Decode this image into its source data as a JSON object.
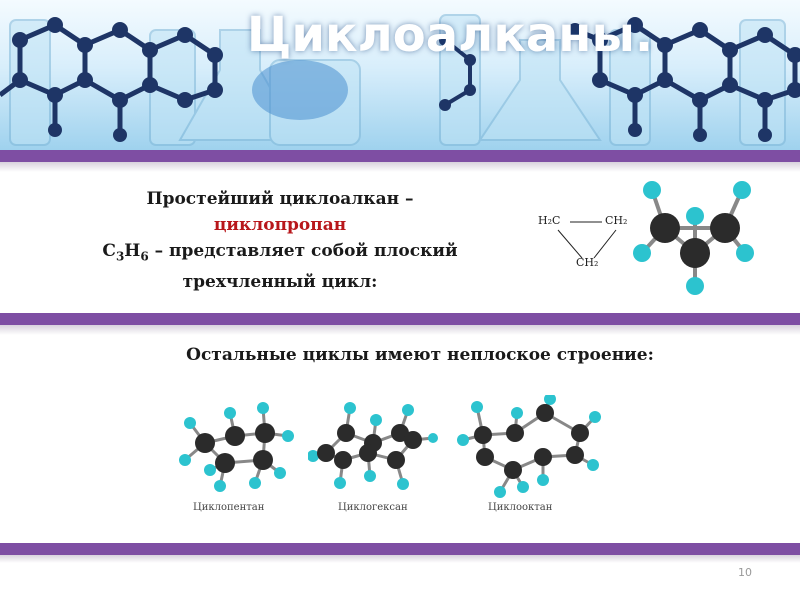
{
  "title": "Циклоалканы.",
  "section1": {
    "line1": "Простейший циклоалкан –",
    "line2": "циклопропан",
    "line3_before": "C",
    "line3_sub1": "3",
    "line3_mid": "H",
    "line3_sub2": "6",
    "line3_after": " – представляет собой плоский",
    "line4": "трехчленный цикл:"
  },
  "formula": {
    "top_left": "H₂C",
    "top_right": "CH₂",
    "bottom": "CH₂"
  },
  "section2": {
    "heading": "Остальные циклы имеют неплоское строение:"
  },
  "captions": {
    "cyclopentane": "Циклопентан",
    "cyclohexane": "Циклогексан",
    "cyclooctane": "Циклооктан"
  },
  "page_number": "10",
  "colors": {
    "band": "#7e4ea3",
    "accent": "#b8171b",
    "carbon": "#2b2b2b",
    "hydrogen": "#2cc3cf"
  }
}
